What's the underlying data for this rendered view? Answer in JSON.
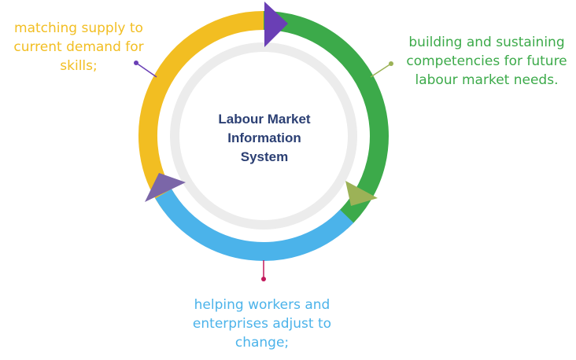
{
  "center": {
    "lines": [
      "Labour Market",
      "Information",
      "System"
    ]
  },
  "segments": [
    {
      "id": "left",
      "lines": [
        "matching supply to",
        "current demand for",
        "skills;"
      ],
      "color": "#F2BE22"
    },
    {
      "id": "right",
      "lines": [
        "building and sustaining",
        "competencies for future",
        "labour market needs."
      ],
      "color": "#3CAA4A"
    },
    {
      "id": "bottom",
      "lines": [
        "helping workers and",
        "enterprises adjust to",
        "change;"
      ],
      "color": "#4BB3EA"
    }
  ],
  "colors": {
    "title": "#2B3F73",
    "inner_ring": "#ECECEC",
    "arrow_top": "#6A3FB5",
    "arrow_left": "#7B66A8",
    "arrow_right": "#9CB257",
    "pointer_left": "#6A3FB5",
    "pointer_right": "#9CB257",
    "pointer_bottom": "#C2185B"
  }
}
